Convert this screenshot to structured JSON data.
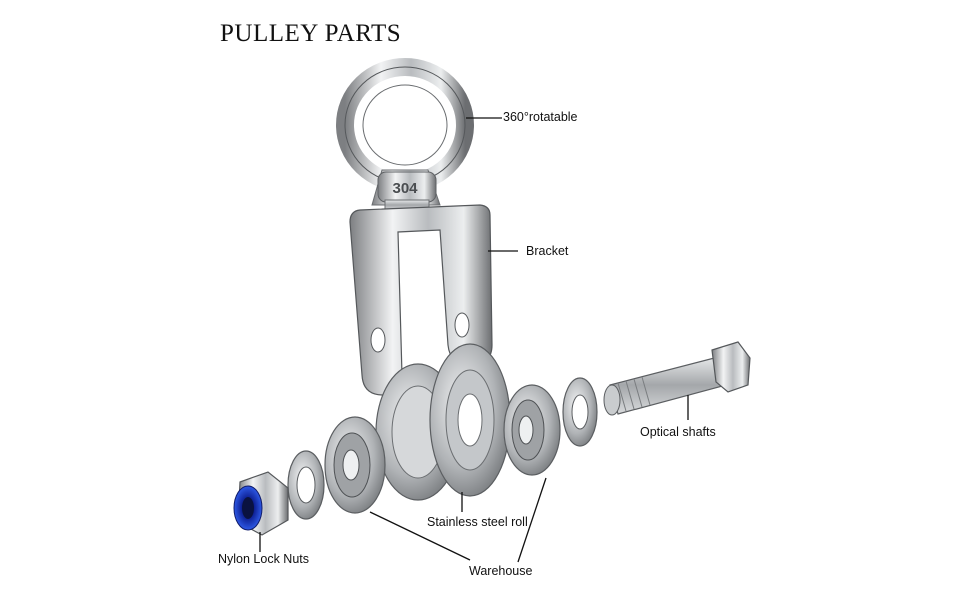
{
  "title": "PULLEY PARTS",
  "eyebolt_stamp": "304",
  "labels": {
    "rotatable": "360°rotatable",
    "bracket": "Bracket",
    "optical_shafts": "Optical shafts",
    "roll": "Stainless steel roll",
    "nuts": "Nylon Lock Nuts",
    "warehouse": "Warehouse"
  }
}
